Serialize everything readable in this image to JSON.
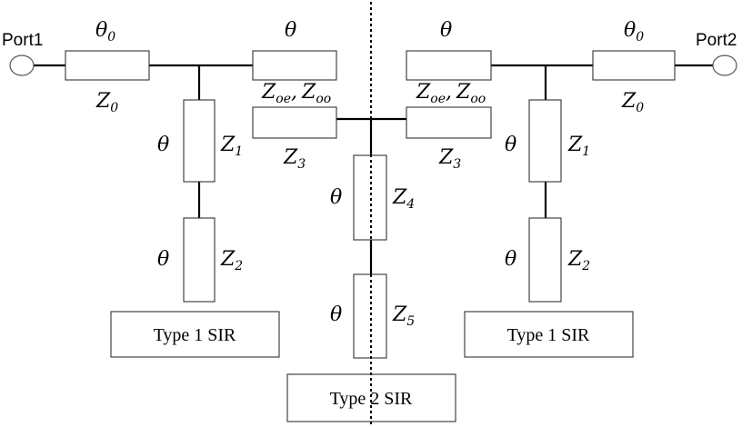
{
  "ports": {
    "left": "Port1",
    "right": "Port2"
  },
  "symbols": {
    "theta0": "θ",
    "theta0_sub": "0",
    "theta": "θ",
    "Z": "Z",
    "sub_0": "0",
    "sub_1": "1",
    "sub_2": "2",
    "sub_3": "3",
    "sub_4": "4",
    "sub_5": "5",
    "sub_oe": "oe",
    "sub_oo": "oo",
    "comma": ","
  },
  "type_labels": {
    "type1_left": "Type 1 SIR",
    "type1_right": "Type 1 SIR",
    "type2": "Type 2 SIR"
  }
}
